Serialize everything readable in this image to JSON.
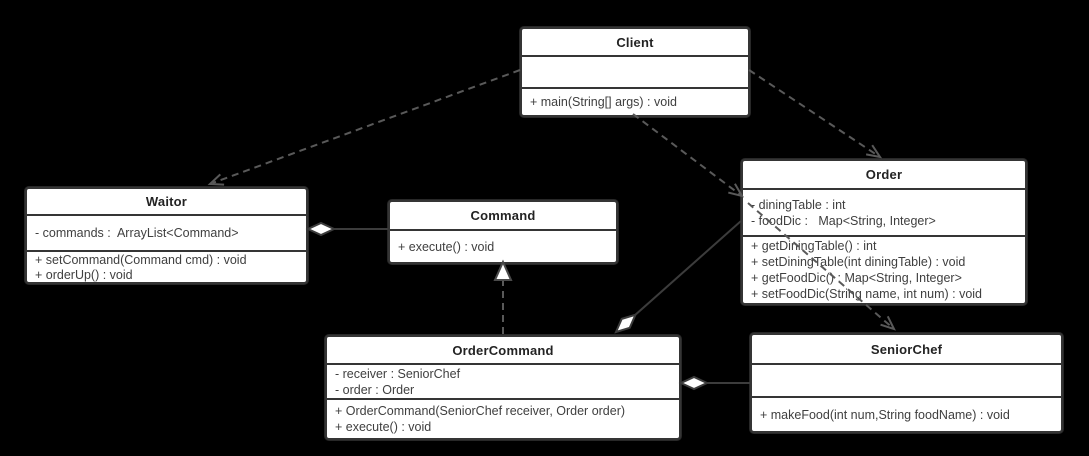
{
  "diagram": {
    "title": "Command pattern class diagram",
    "colors": {
      "background": "#000000",
      "box_fill": "#ffffff",
      "box_border": "#353535",
      "solid_line": "#3c3c3c",
      "dashed_line": "#595959",
      "body_text": "#3f3f3f",
      "title_text": "#232323"
    },
    "classes": [
      {
        "name": "Client",
        "attributes": [],
        "methods": [
          "+ main(String[] args) : void"
        ]
      },
      {
        "name": "Waitor",
        "attributes": [
          "- commands :  ArrayList<Command>"
        ],
        "methods": [
          "+ setCommand(Command cmd) : void",
          "+ orderUp() : void"
        ]
      },
      {
        "name": "Command",
        "attributes": null,
        "methods": [
          "+ execute() : void"
        ]
      },
      {
        "name": "Order",
        "attributes": [
          "- diningTable : int",
          "- foodDic :   Map<String, Integer>"
        ],
        "methods": [
          "+ getDiningTable() : int",
          "+ setDiningTable(int diningTable) : void",
          "+ getFoodDic() : Map<String, Integer>",
          "+ setFoodDic(String name, int num) : void"
        ]
      },
      {
        "name": "OrderCommand",
        "attributes": [
          "- receiver : SeniorChef",
          "- order : Order"
        ],
        "methods": [
          "+ OrderCommand(SeniorChef receiver, Order order)",
          "+ execute() : void"
        ]
      },
      {
        "name": "SeniorChef",
        "attributes": [],
        "methods": [
          "+ makeFood(int num,String foodName) : void"
        ]
      }
    ],
    "relationships": [
      {
        "id": "client-waitor",
        "type": "dependency",
        "from": "Client",
        "to": "Waitor"
      },
      {
        "id": "client-order-top",
        "type": "dependency",
        "from": "Client",
        "to": "Order"
      },
      {
        "id": "client-order-left",
        "type": "dependency",
        "from": "Client",
        "to": "Order"
      },
      {
        "id": "order-seniorchef",
        "type": "dependency",
        "from": "Order",
        "to": "SeniorChef"
      },
      {
        "id": "waitor-command",
        "type": "aggregation",
        "from": "Waitor",
        "to": "Command"
      },
      {
        "id": "ordercommand-command",
        "type": "realization",
        "from": "OrderCommand",
        "to": "Command"
      },
      {
        "id": "ordercommand-order",
        "type": "aggregation",
        "from": "OrderCommand",
        "to": "Order"
      },
      {
        "id": "ordercommand-seniorchef",
        "type": "aggregation",
        "from": "OrderCommand",
        "to": "SeniorChef"
      }
    ]
  }
}
